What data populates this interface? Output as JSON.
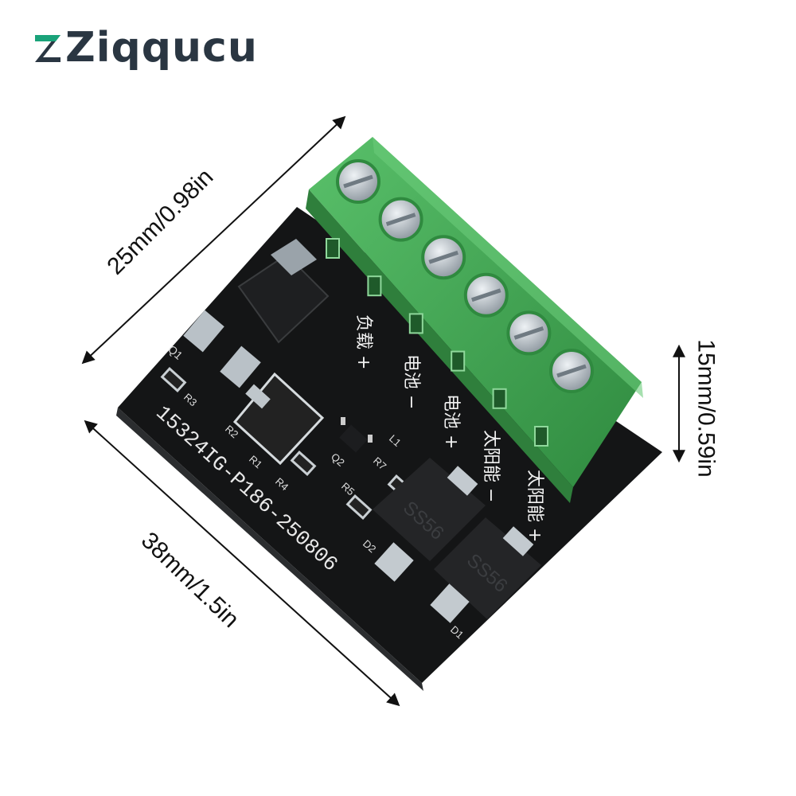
{
  "brand": {
    "name": "Ziqqucu",
    "accent": "#1aa37a",
    "dark": "#2a3642"
  },
  "dimensions": {
    "depth": "25mm/0.98in",
    "width": "38mm/1.5in",
    "height": "15mm/0.59in"
  },
  "board": {
    "part_number": "15324IG-P186-250806",
    "diode_marking": "SS56",
    "component_labels": [
      "Q1",
      "R3",
      "R2",
      "R1",
      "R4",
      "Q2",
      "R5",
      "D2",
      "D1",
      "L1",
      "R7"
    ],
    "terminal_labels": [
      "负载 +",
      "电池 −",
      "电池 +",
      "太阳能 −",
      "太阳能 +"
    ],
    "terminal_count": 6,
    "colors": {
      "pcb": "#141516",
      "terminal": "#3fa650",
      "screw": "#b9c2c9"
    }
  }
}
